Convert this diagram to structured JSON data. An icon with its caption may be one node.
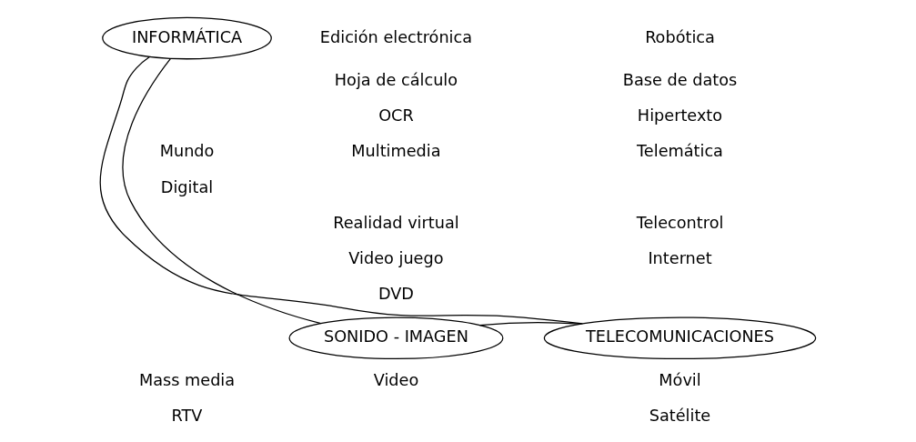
{
  "diagram": {
    "nodes": [
      {
        "text": [
          "INFORMÁTICA"
        ]
      },
      {
        "text": [
          "TELECOMUNICACIONES"
        ]
      },
      {
        "text": [
          "SONIDO - IMAGEN"
        ]
      }
    ],
    "edges": [
      {
        "from": 0,
        "to": 1,
        "arrow": "none"
      },
      {
        "from": 0,
        "to": 2,
        "arrow": "none"
      },
      {
        "from": 1,
        "to": 2,
        "arrow": "none"
      }
    ],
    "labels": [
      "Robótica",
      "Base de datos",
      "Hipertexto",
      "Edición electrónica",
      "Hoja de cálculo",
      "OCR",
      "Telemática",
      "Mundo",
      "Digital",
      "Multimedia",
      "Telecontrol",
      "Internet",
      "Realidad virtual",
      "Video juego",
      "DVD",
      "Móvil",
      "Satélite",
      "Mass media",
      "RTV",
      "Video"
    ]
  }
}
